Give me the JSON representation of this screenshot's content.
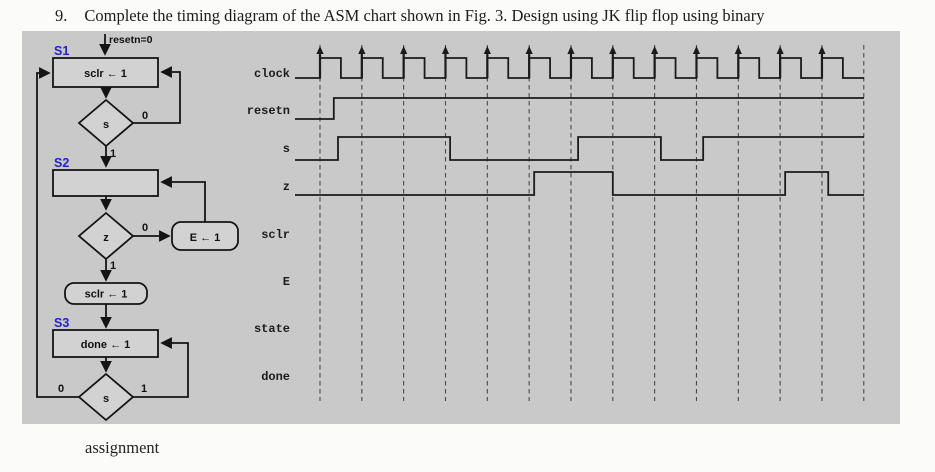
{
  "question": {
    "number": "9.",
    "text": "Complete the timing diagram of the ASM chart shown in Fig. 3. Design using JK flip flop using binary"
  },
  "footer": {
    "text": "assignment"
  },
  "asm_chart": {
    "reset_condition": "resetn=0",
    "states": [
      {
        "label": "S1",
        "action": "sclr ← 1"
      },
      {
        "label": "S2",
        "action": ""
      },
      {
        "label": "S3",
        "action": "done ← 1"
      }
    ],
    "decisions": [
      {
        "input": "s",
        "zero": "0",
        "one": "1"
      },
      {
        "input": "z",
        "zero": "0",
        "one": "1"
      },
      {
        "input": "s",
        "zero": "0",
        "one": "1"
      }
    ],
    "conditional_outputs": {
      "e_box": "E ← 1",
      "sclr_box": "sclr ← 1"
    }
  },
  "timing_diagram": {
    "num_clock_edges": 13,
    "num_gridlines": 14,
    "signals": [
      {
        "name": "clock",
        "kind": "clock"
      },
      {
        "name": "resetn",
        "kind": "wave",
        "initial": 0,
        "toggles": [
          0.33
        ]
      },
      {
        "name": "s",
        "kind": "wave",
        "initial": 0,
        "toggles": [
          0.43,
          3.11,
          6.17,
          8.15,
          9.16
        ]
      },
      {
        "name": "z",
        "kind": "wave",
        "initial": 0,
        "toggles": [
          5.12,
          7.0,
          11.12,
          12.15
        ]
      },
      {
        "name": "sclr",
        "kind": "empty"
      },
      {
        "name": "E",
        "kind": "empty"
      },
      {
        "name": "state",
        "kind": "empty"
      },
      {
        "name": "done",
        "kind": "empty"
      }
    ],
    "colors": {
      "panel_bg": "#c9c9c9",
      "line": "#1b1b1b",
      "state_label": "#2323cd"
    }
  }
}
